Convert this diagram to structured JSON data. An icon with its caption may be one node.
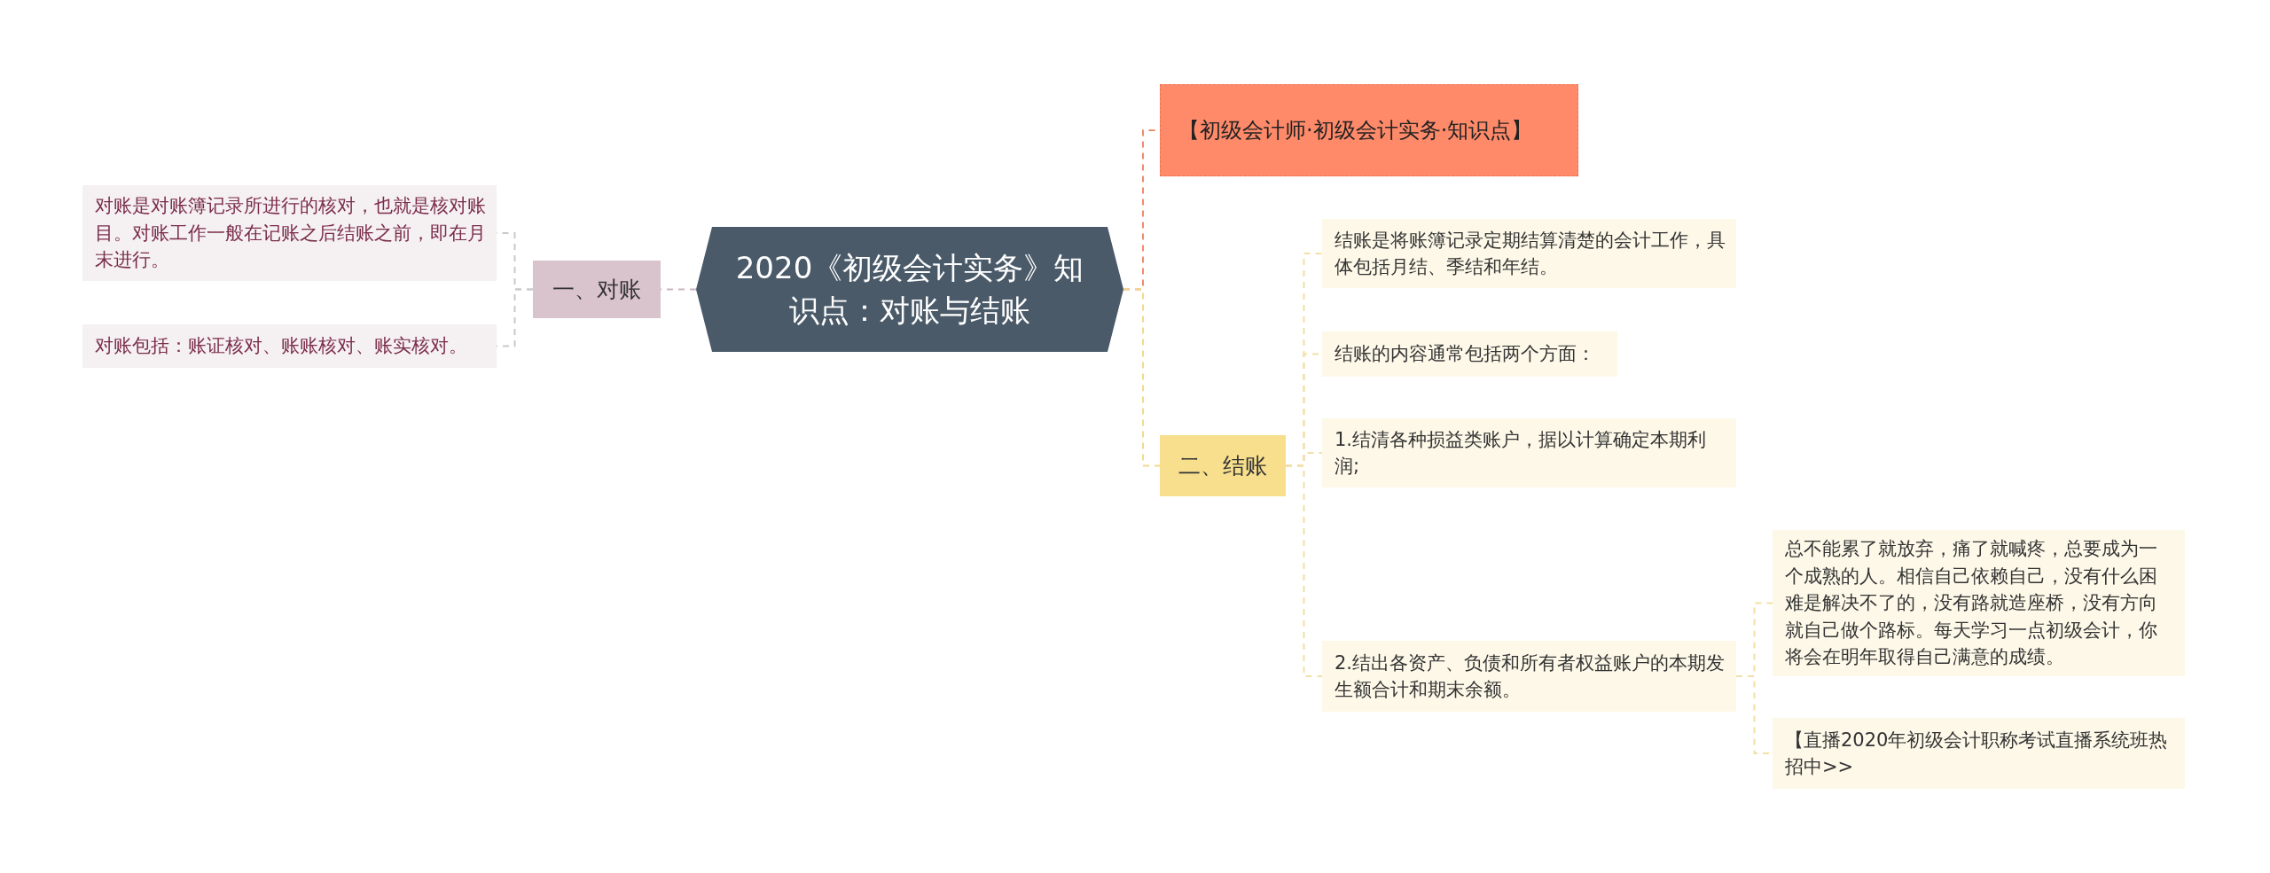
{
  "diagram": {
    "nodes": [
      {
        "text": [
          "2020《初级会计实务》知识点：对账与结账"
        ]
      },
      {
        "text": [
          "一、对账"
        ]
      },
      {
        "text": [
          "对账是对账簿记录所进行的核对，也就是核对账目。对账工作一般在记账之后结账之前，即在月末进行。"
        ]
      },
      {
        "text": [
          "对账包括：账证核对、账账核对、账实核对。"
        ]
      },
      {
        "text": [
          "【初级会计师·初级会计实务·知识点】"
        ]
      },
      {
        "text": [
          "二、结账"
        ]
      },
      {
        "text": [
          "结账是将账簿记录定期结算清楚的会计工作，具体包括月结、季结和年结。"
        ]
      },
      {
        "text": [
          "结账的内容通常包括两个方面："
        ]
      },
      {
        "text": [
          "1.结清各种损益类账户，据以计算确定本期利润;"
        ]
      },
      {
        "text": [
          "2.结出各资产、负债和所有者权益账户的本期发生额合计和期末余额。"
        ]
      },
      {
        "text": [
          "总不能累了就放弃，痛了就喊疼，总要成为一个成熟的人。相信自己依赖自己，没有什么困难是解决不了的，没有路就造座桥，没有方向就自己做个路标。每天学习一点初级会计，你将会在明年取得自己满意的成绩。"
        ]
      },
      {
        "text": [
          "【直播2020年初级会计职称考试直播系统班热招中>>"
        ]
      }
    ],
    "edges": [
      {
        "from": 0,
        "to": 1,
        "arrow": "none",
        "style": "dashed",
        "color": "#c9b4c0"
      },
      {
        "from": 1,
        "to": 2,
        "arrow": "none",
        "style": "dashed",
        "color": "#c9c9c9"
      },
      {
        "from": 1,
        "to": 3,
        "arrow": "none",
        "style": "dashed",
        "color": "#c9c9c9"
      },
      {
        "from": 0,
        "to": 4,
        "arrow": "none",
        "style": "dashed",
        "color": "#f08a6c"
      },
      {
        "from": 0,
        "to": 5,
        "arrow": "none",
        "style": "dashed",
        "color": "#f2d98c"
      },
      {
        "from": 5,
        "to": 6,
        "arrow": "none",
        "style": "dashed",
        "color": "#f2e0a8"
      },
      {
        "from": 5,
        "to": 7,
        "arrow": "none",
        "style": "dashed",
        "color": "#f2e0a8"
      },
      {
        "from": 5,
        "to": 8,
        "arrow": "none",
        "style": "dashed",
        "color": "#f2e0a8"
      },
      {
        "from": 5,
        "to": 9,
        "arrow": "none",
        "style": "dashed",
        "color": "#f2e0a8"
      },
      {
        "from": 9,
        "to": 10,
        "arrow": "none",
        "style": "dashed",
        "color": "#f2e0a8"
      },
      {
        "from": 9,
        "to": 11,
        "arrow": "none",
        "style": "dashed",
        "color": "#f2e0a8"
      }
    ]
  }
}
